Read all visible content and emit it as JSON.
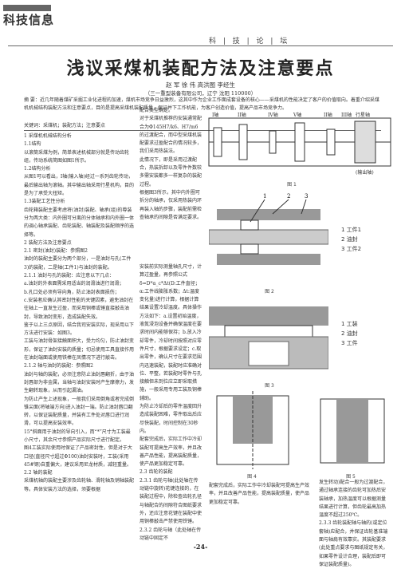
{
  "header": {
    "journal_logo": "科技信息",
    "section": "科 | 技 | 论 | 坛"
  },
  "article": {
    "title": "浅议采煤机装配方法及注意要点",
    "authors": "赵 军  徐 伟  高洪图  李经生",
    "affiliation": "（三一重型装备有限公司，辽宁 沈阳 110000）",
    "abstract": "摘 要：近几年随着煤矿采掘工业化进程的加速，煤机市场竞争日益激烈，这其中作为企业工作面成套设备的核心——采煤机的性能决定了客户的价值取向。着重介绍采煤机机械结构装配方法和注意要点，目的是提高采煤机装配质量，保证并下工作机能，为客户创造价值，提高产品市场竞争力。",
    "keywords": "关键词：采煤机；装配方法；注意要点"
  },
  "col1": [
    "1 采煤机机械结构分析",
    "1.1结构",
    "以滚筒采煤为例，简单表述机械部分就是传动齿轮组，传动系统简图如图1所示。",
    "1.2结构分析",
    "从图1可以看出，I轴(输入轴)经过一系列齿轮传动，最后输出轴为滚轴。其中输出轴采用行星机构，目的是为了承受大扭矩。",
    "1.3装配工艺性分析",
    "齿轮箱装配主要考虑将(油封)装配、轴承(组)的尊装分为两大类：内外圈可分离的分体轴承和内外圈一体的调心轴承装配、齿轮装配、轴装配及装配顺序的选择等。",
    "2 装配方法及注意要点",
    "2.1 密封(油封)装配：参照图2",
    "油封的装配主要分为两个部分，一是油封与孔(工件3)的装配，二是轴(工件1)与油封的装配。",
    "2.1.1 油封与孔的装配：应注意以下几点：",
    "a.油封的外表面需采用适当的润滑油进行润滑；",
    "b.孔口处必须有导向角，防止油封表面损伤；",
    "c.安装者应确认其密封性能的关键因素，避免油封在往轴上一直发生过盈，而采用铜棒或锤直接敲击油封，导致油封变形，造成装配失效。",
    "鉴于以上三点原因，结合我司安装实际，现采用以下方法进行安装：如图3。",
    "工装与油封骨架接触面积大，受力均匀，防止油封变形，保证了油封安装的质量；切忌使用工具直接作用在油封端面或使用铁棒在凤情况下进行敲击。",
    "2.1.2 轴与油封的装配：参照图2",
    "油封与轴的装配，必须注意防止油封唇翻折，由于油封唇部为非金属，当轴与油封安装时产生摩擦力，发生翻转现象，从而引起漏油。",
    "为防止产生上述现象，一般我们采用倒角或者完成倒锥尖面(将轴端方向)进入油封一端。防止油封唇口翻转，以保证装配质量，并装有工件处对唇口进行润滑，可以提高安装效率。",
    "15°斜面用于油封的导向引入，而“*”尺寸为工装最小尺寸，其余尺寸参照产品实际尺寸进行配定。",
    "图4工装实际使用时保证了产品密封性，但是对于大口径(直径尺寸超过Φ100)油封安装时，工装(采用45#钢)自重偏大，建议采用尼龙材质，减轻重量。",
    "2.2 轴的装配",
    "采煤机轴的装配主要涉及齿轮轴、滑轮轴及销轴装配等。具体安装方法的选择，须要根据"
  ],
  "col2": [
    "配合类型确定。",
    "对于采煤机推荐的安装通常配合为Φ145H7/k6、H7/m6的过渡配合，而中型采煤机装配要求过盈配合的情况较多，我们采用热装法。",
    "此情况下，即是采用过渡配合，热装拆卸以及零件件数较多需安装都多一样复杂的装配过程。",
    "根据图3所示，其中内外圈可拆分的轴承，仅采用热装内环再装入轴的步骤，装配前需检查轴承的间隙是否满足要求。"
  ],
  "col2b": [
    "安装前实际测量轴孔尺寸，计算过盈量，再参照公式δ=D*α_c*Δt(D:工件直径；α:工件线膨胀系数；Δt:温度变化量)进行计算，根据计算结果设置冷却温度。具体操作方法如下：a.设置初始温度，液氮浸泡设备并确保温度在要求时间内能够保持；b.放入冷却零件，冷却时间按照对应零件尺寸，根据要求设定；c.取出零件，确认尺寸在要求范围内迅速装配，装配时应准确对位、平整，若装配时零件与孔接触但未到位应立即采取措施，一般采用专用工装及铜棒辅助。",
    "为防止冷却后的零件温度回升造成装配困难，零件取出后应尽快装配，时间控制在30秒内。",
    "配套完成后，实际工作中冷却装配可提高生产效率，并且改善产品性能，提高装配质量，使产品更加稳定可靠。",
    "2.3 齿轮的装配",
    "2.3.1 齿轮与轴(此处轴在传动链中旋转)花键连接的，在装配过程中，除检查齿轮孔径与轴配合的间隙符合图纸要求外，还应注意花键在装配中使用铜棒敲击严禁使用铁锤。",
    "2.3.2 齿轮与轴（此处轴在传动链中固定不"
  ],
  "col3": [
    "发生转动)配合一般为过渡配合，通过轴承连接的齿轮可加热后安装轴承，加热温度可以根据测量结果进行计算，但齿轮最高加热温度不超过250℃。",
    "2.3.3 齿轮装配轴与轴的(或定位套轴)应配合，并保证齿轮基准端面与轴肩有效靠实。其装配要求(此处重点要求与图纸规定有关，如果零件设计合理，装配后即可保证装配质量)。"
  ],
  "figures": {
    "fig1": {
      "caption": "图 1",
      "labels": [
        "I轴",
        "II轴",
        "IV轴",
        "V轴",
        "II轴",
        "III轴",
        "行星轴",
        "(输出轴)"
      ]
    },
    "fig2": {
      "caption": "图 2",
      "callouts": [
        "1",
        "2",
        "3"
      ],
      "legend": [
        "1 工件1",
        "2 油封",
        "3 工件2"
      ]
    },
    "fig3": {
      "caption": "图 3",
      "legend": [
        "1 工装",
        "2 油封",
        "3 工件"
      ]
    },
    "fig4": {
      "caption": "图 4"
    },
    "fig5": {
      "caption": "图 5"
    }
  },
  "page_number": "-24-"
}
